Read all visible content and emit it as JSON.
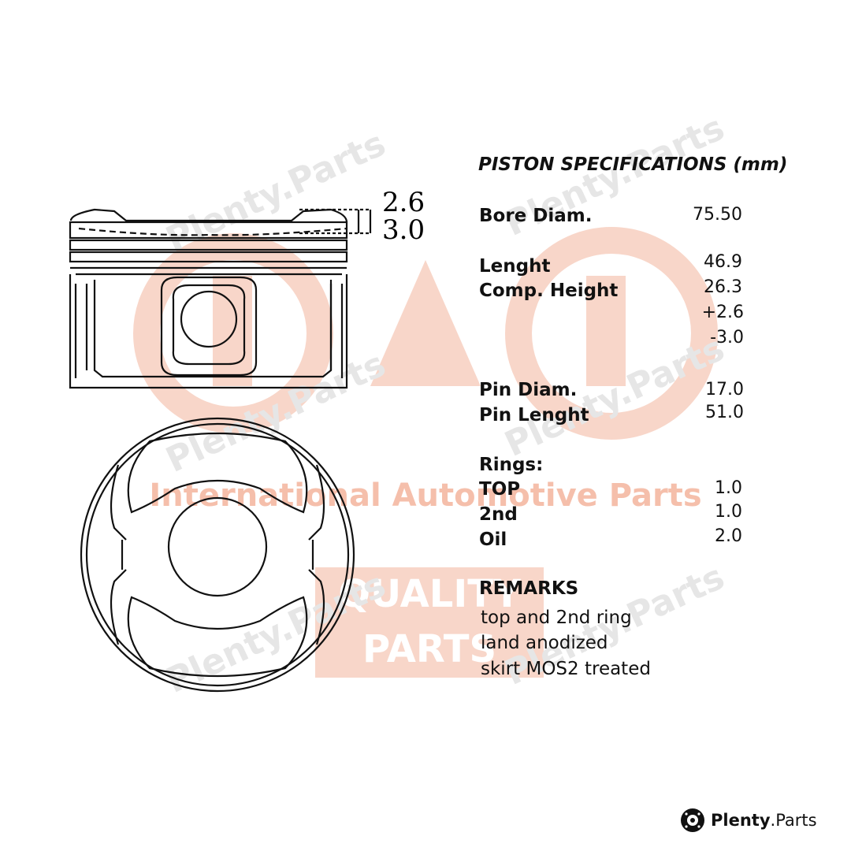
{
  "title": "PISTON SPECIFICATIONS (mm)",
  "dimensions": {
    "top": "2.6",
    "bottom": "3.0"
  },
  "specs": [
    {
      "label": "Bore Diam.",
      "value": "75.50"
    },
    {
      "label": "Lenght",
      "value": "46.9"
    },
    {
      "label": "Comp. Height",
      "value": "26.3"
    },
    {
      "label": "",
      "value": "+2.6"
    },
    {
      "label": "",
      "value": "-3.0"
    },
    {
      "label": "Pin Diam.",
      "value": "17.0"
    },
    {
      "label": "Pin Lenght",
      "value": "51.0"
    }
  ],
  "rings": {
    "heading": "Rings:",
    "items": [
      {
        "label": "TOP",
        "value": "1.0"
      },
      {
        "label": "2nd",
        "value": "1.0"
      },
      {
        "label": "Oil",
        "value": "2.0"
      }
    ]
  },
  "remarks": {
    "heading": "REMARKS",
    "lines": [
      "top and 2nd ring",
      "land anodized",
      "skirt MOS2 treated"
    ]
  },
  "watermark": {
    "brand_line": "International Automotive Parts",
    "badge_line1": "QUALITY",
    "badge_line2": "PARTS",
    "site": "Plenty.Parts",
    "color": "#f2b8a0"
  },
  "footer": {
    "brand": "Plenty",
    "suffix": ".Parts"
  }
}
